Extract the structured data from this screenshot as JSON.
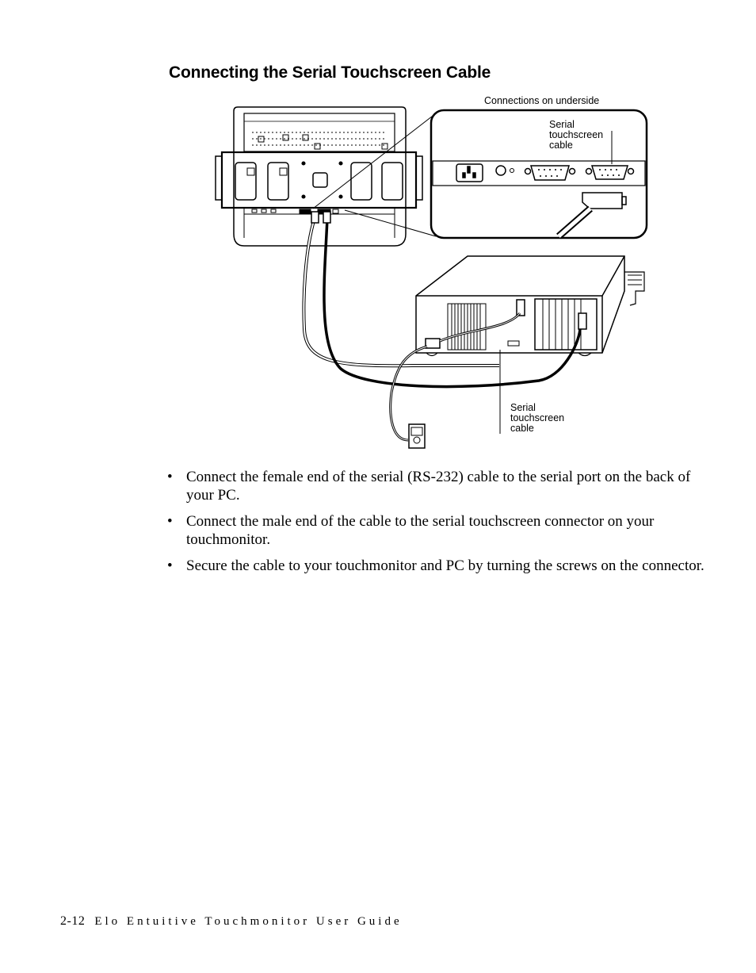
{
  "heading": "Connecting the Serial Touchscreen Cable",
  "figure": {
    "label_underside": "Connections on underside",
    "label_inset_cable": "Serial\ntouchscreen\ncable",
    "label_pc_cable": "Serial\ntouchscreen\ncable"
  },
  "bullets": [
    "Connect the female end of the serial (RS-232) cable to the serial port on the back of your PC.",
    "Connect the male end of the cable to the serial touchscreen connector on your touchmonitor.",
    "Secure the cable to your touchmonitor and PC by turning the screws on the connector."
  ],
  "bullet_glyph": "•",
  "footer": {
    "page": "2-12",
    "title": "Elo Entuitive Touchmonitor User Guide"
  }
}
